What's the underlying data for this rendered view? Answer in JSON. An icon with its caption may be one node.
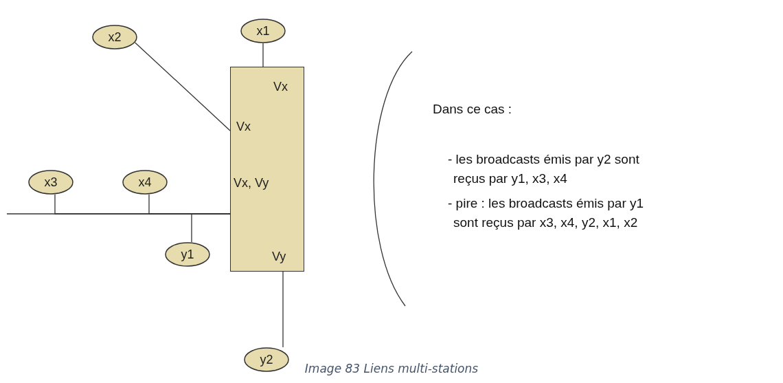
{
  "diagram": {
    "caption": "Image 83 Liens multi-stations",
    "nodes": [
      {
        "text": [
          "x1"
        ]
      },
      {
        "text": [
          "x2"
        ]
      },
      {
        "text": [
          "Vx",
          "Vx",
          "Vx, Vy",
          "Vy"
        ]
      },
      {
        "text": [
          "x3"
        ]
      },
      {
        "text": [
          "x4"
        ]
      },
      {
        "text": [
          "y1"
        ]
      },
      {
        "text": [
          "y2"
        ]
      }
    ],
    "edges": [
      {
        "from": 0,
        "to": 2,
        "arrow": "none"
      },
      {
        "from": 1,
        "to": 2,
        "arrow": "none"
      },
      {
        "from": 3,
        "to": 2,
        "arrow": "none"
      },
      {
        "from": 4,
        "to": 2,
        "arrow": "none"
      },
      {
        "from": 5,
        "to": 2,
        "arrow": "none"
      },
      {
        "from": 6,
        "to": 2,
        "arrow": "none"
      },
      {
        "from": null,
        "to": 2,
        "arrow": "none"
      }
    ],
    "labels": [
      "Dans ce cas :",
      "- les broadcasts émis par y2 sont reçus par y1, x3, x4",
      "- pire : les broadcasts émis par y1 sont reçus par x3, x4, y2, x1, x2"
    ]
  }
}
